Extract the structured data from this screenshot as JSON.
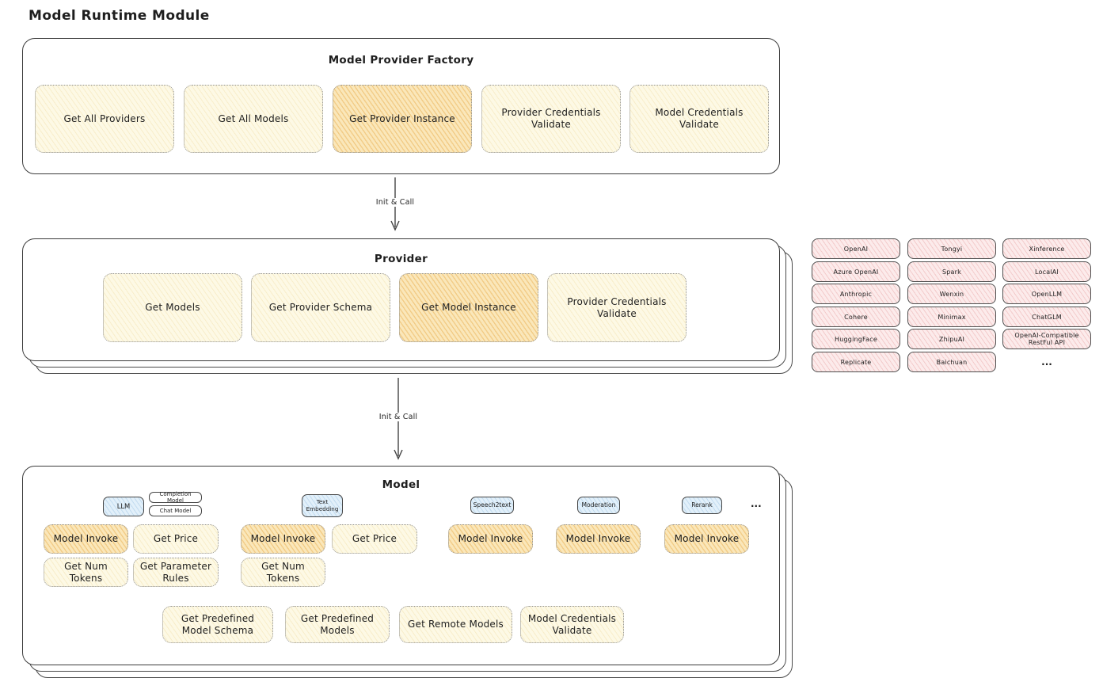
{
  "page": {
    "title": "Model Runtime Module"
  },
  "colors": {
    "node_fill": "#FDF9E5",
    "node_highlight_fill": "#FAE7BA",
    "provider_pill_fill": "#FCEBEB",
    "model_tag_fill": "#E2F0FA",
    "outline": "#3C3C3C"
  },
  "factory": {
    "title": "Model Provider Factory",
    "buttons": [
      {
        "label": "Get All Providers",
        "variant": "light"
      },
      {
        "label": "Get All Models",
        "variant": "light"
      },
      {
        "label": "Get Provider Instance",
        "variant": "highlighted"
      },
      {
        "label": "Provider Credentials Validate",
        "variant": "light"
      },
      {
        "label": "Model Credentials Validate",
        "variant": "light"
      }
    ]
  },
  "arrows": [
    {
      "label": "Init & Call"
    },
    {
      "label": "Init & Call"
    }
  ],
  "provider": {
    "title": "Provider",
    "buttons": [
      {
        "label": "Get Models",
        "variant": "light"
      },
      {
        "label": "Get Provider Schema",
        "variant": "light"
      },
      {
        "label": "Get Model Instance",
        "variant": "highlighted"
      },
      {
        "label": "Provider Credentials Validate",
        "variant": "light"
      }
    ]
  },
  "providers": {
    "columns": [
      [
        "OpenAI",
        "Azure OpenAI",
        "Anthropic",
        "Cohere",
        "HuggingFace",
        "Replicate"
      ],
      [
        "Tongyi",
        "Spark",
        "Wenxin",
        "Minimax",
        "ZhipuAI",
        "Baichuan"
      ],
      [
        "Xinference",
        "LocalAI",
        "OpenLLM",
        "ChatGLM",
        "OpenAI-Compatible RestFul API",
        "..."
      ]
    ]
  },
  "model": {
    "title": "Model",
    "tags": {
      "llm": "LLM",
      "completion": "Completion Model",
      "chat": "Chat Model",
      "text_embedding": "Text Embedding",
      "speech2text": "Speech2text",
      "moderation": "Moderation",
      "rerank": "Rerank",
      "more": "..."
    },
    "buttons": {
      "llm_invoke": "Model Invoke",
      "llm_get_price": "Get Price",
      "llm_get_num_tokens": "Get Num Tokens",
      "llm_get_parameter_rules": "Get Parameter Rules",
      "te_invoke": "Model Invoke",
      "te_get_price": "Get Price",
      "te_get_num_tokens": "Get Num Tokens",
      "s2t_invoke": "Model Invoke",
      "moderation_invoke": "Model Invoke",
      "rerank_invoke": "Model Invoke",
      "get_predefined_model_schema": "Get Predefined Model Schema",
      "get_predefined_models": "Get Predefined Models",
      "get_remote_models": "Get Remote Models",
      "model_credentials_validate": "Model Credentials Validate"
    }
  }
}
